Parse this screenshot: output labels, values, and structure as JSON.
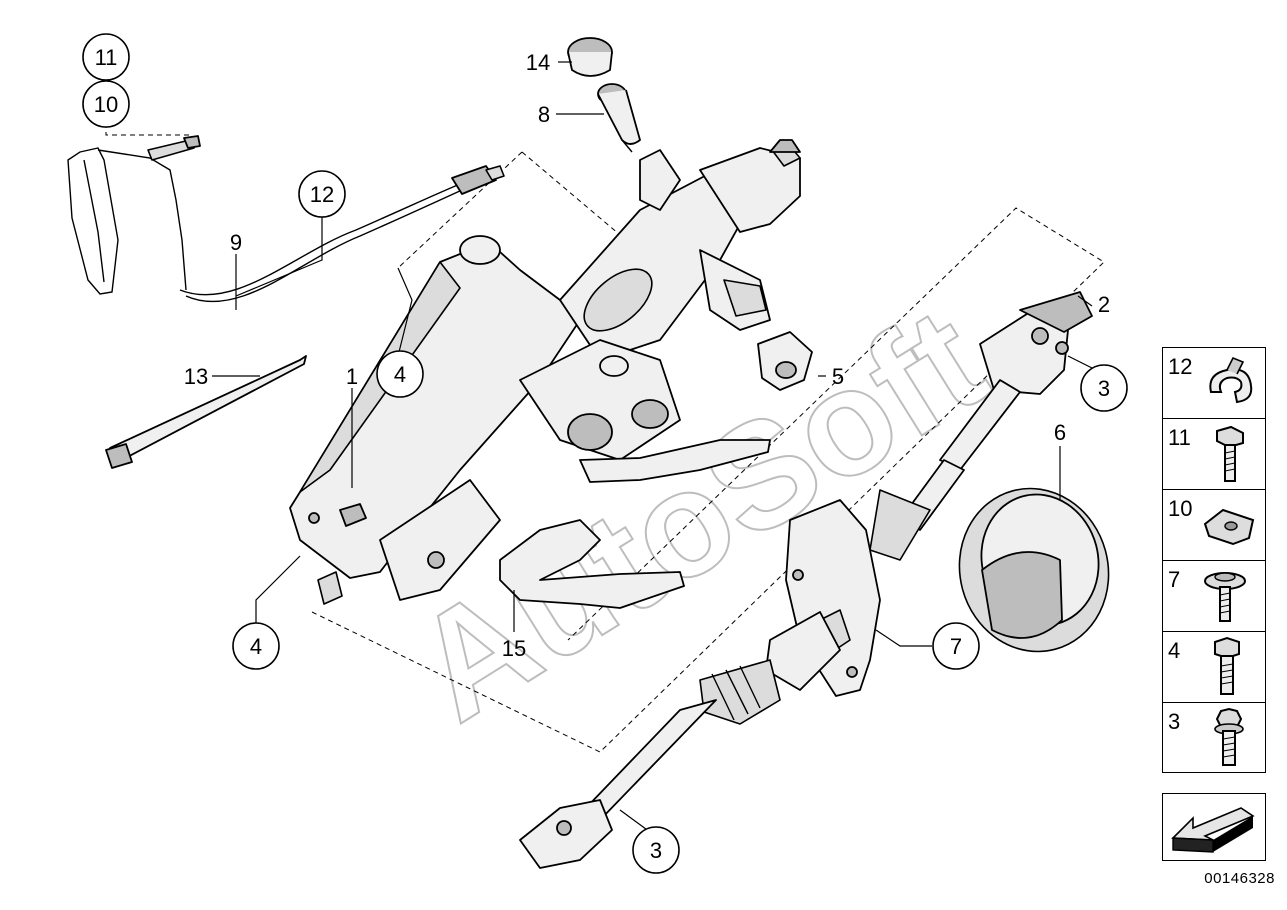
{
  "watermark": "AutoSoft",
  "diagram_id": "00146328",
  "callouts": [
    {
      "id": "c11",
      "label": "11"
    },
    {
      "id": "c10",
      "label": "10"
    },
    {
      "id": "c14",
      "label": "14"
    },
    {
      "id": "c8",
      "label": "8"
    },
    {
      "id": "c12",
      "label": "12"
    },
    {
      "id": "c9",
      "label": "9"
    },
    {
      "id": "c13",
      "label": "13"
    },
    {
      "id": "c1",
      "label": "1"
    },
    {
      "id": "c4a",
      "label": "4"
    },
    {
      "id": "c4b",
      "label": "4"
    },
    {
      "id": "c15",
      "label": "15"
    },
    {
      "id": "c2",
      "label": "2"
    },
    {
      "id": "c3a",
      "label": "3"
    },
    {
      "id": "c5",
      "label": "5"
    },
    {
      "id": "c6",
      "label": "6"
    },
    {
      "id": "c7",
      "label": "7"
    },
    {
      "id": "c3b",
      "label": "3"
    }
  ],
  "legend": [
    {
      "label": "12",
      "icon": "clip-icon"
    },
    {
      "label": "11",
      "icon": "hex-bolt-icon"
    },
    {
      "label": "10",
      "icon": "clamp-nut-icon"
    },
    {
      "label": "7",
      "icon": "washer-screw-icon"
    },
    {
      "label": "4",
      "icon": "socket-bolt-icon"
    },
    {
      "label": "3",
      "icon": "torx-bolt-icon"
    }
  ],
  "navigation": {
    "icon": "arrow-back-icon"
  }
}
